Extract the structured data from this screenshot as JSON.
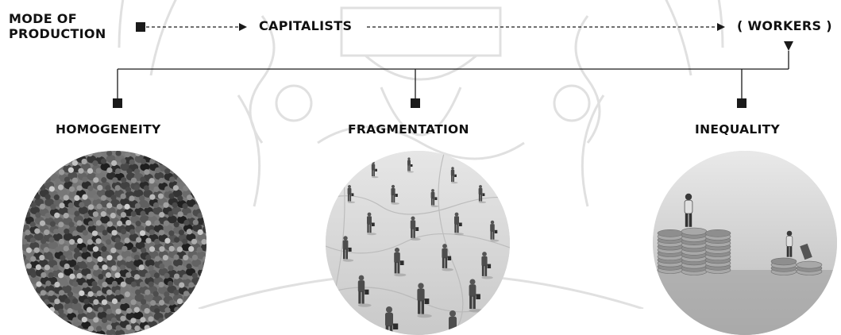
{
  "diagram": {
    "source": {
      "line1": "MODE OF",
      "line2": "PRODUCTION"
    },
    "middle": "CAPITALISTS",
    "target": "( WORKERS )",
    "branches": [
      {
        "label": "HOMOGENEITY",
        "image_subject": "crowd of people"
      },
      {
        "label": "FRAGMENTATION",
        "image_subject": "scattered miniature businessmen on a map"
      },
      {
        "label": "INEQUALITY",
        "image_subject": "miniature figures on coin stacks"
      }
    ]
  },
  "colors": {
    "line": "#1a1a1a",
    "text": "#111111",
    "watermark": "#bdbdbd"
  }
}
